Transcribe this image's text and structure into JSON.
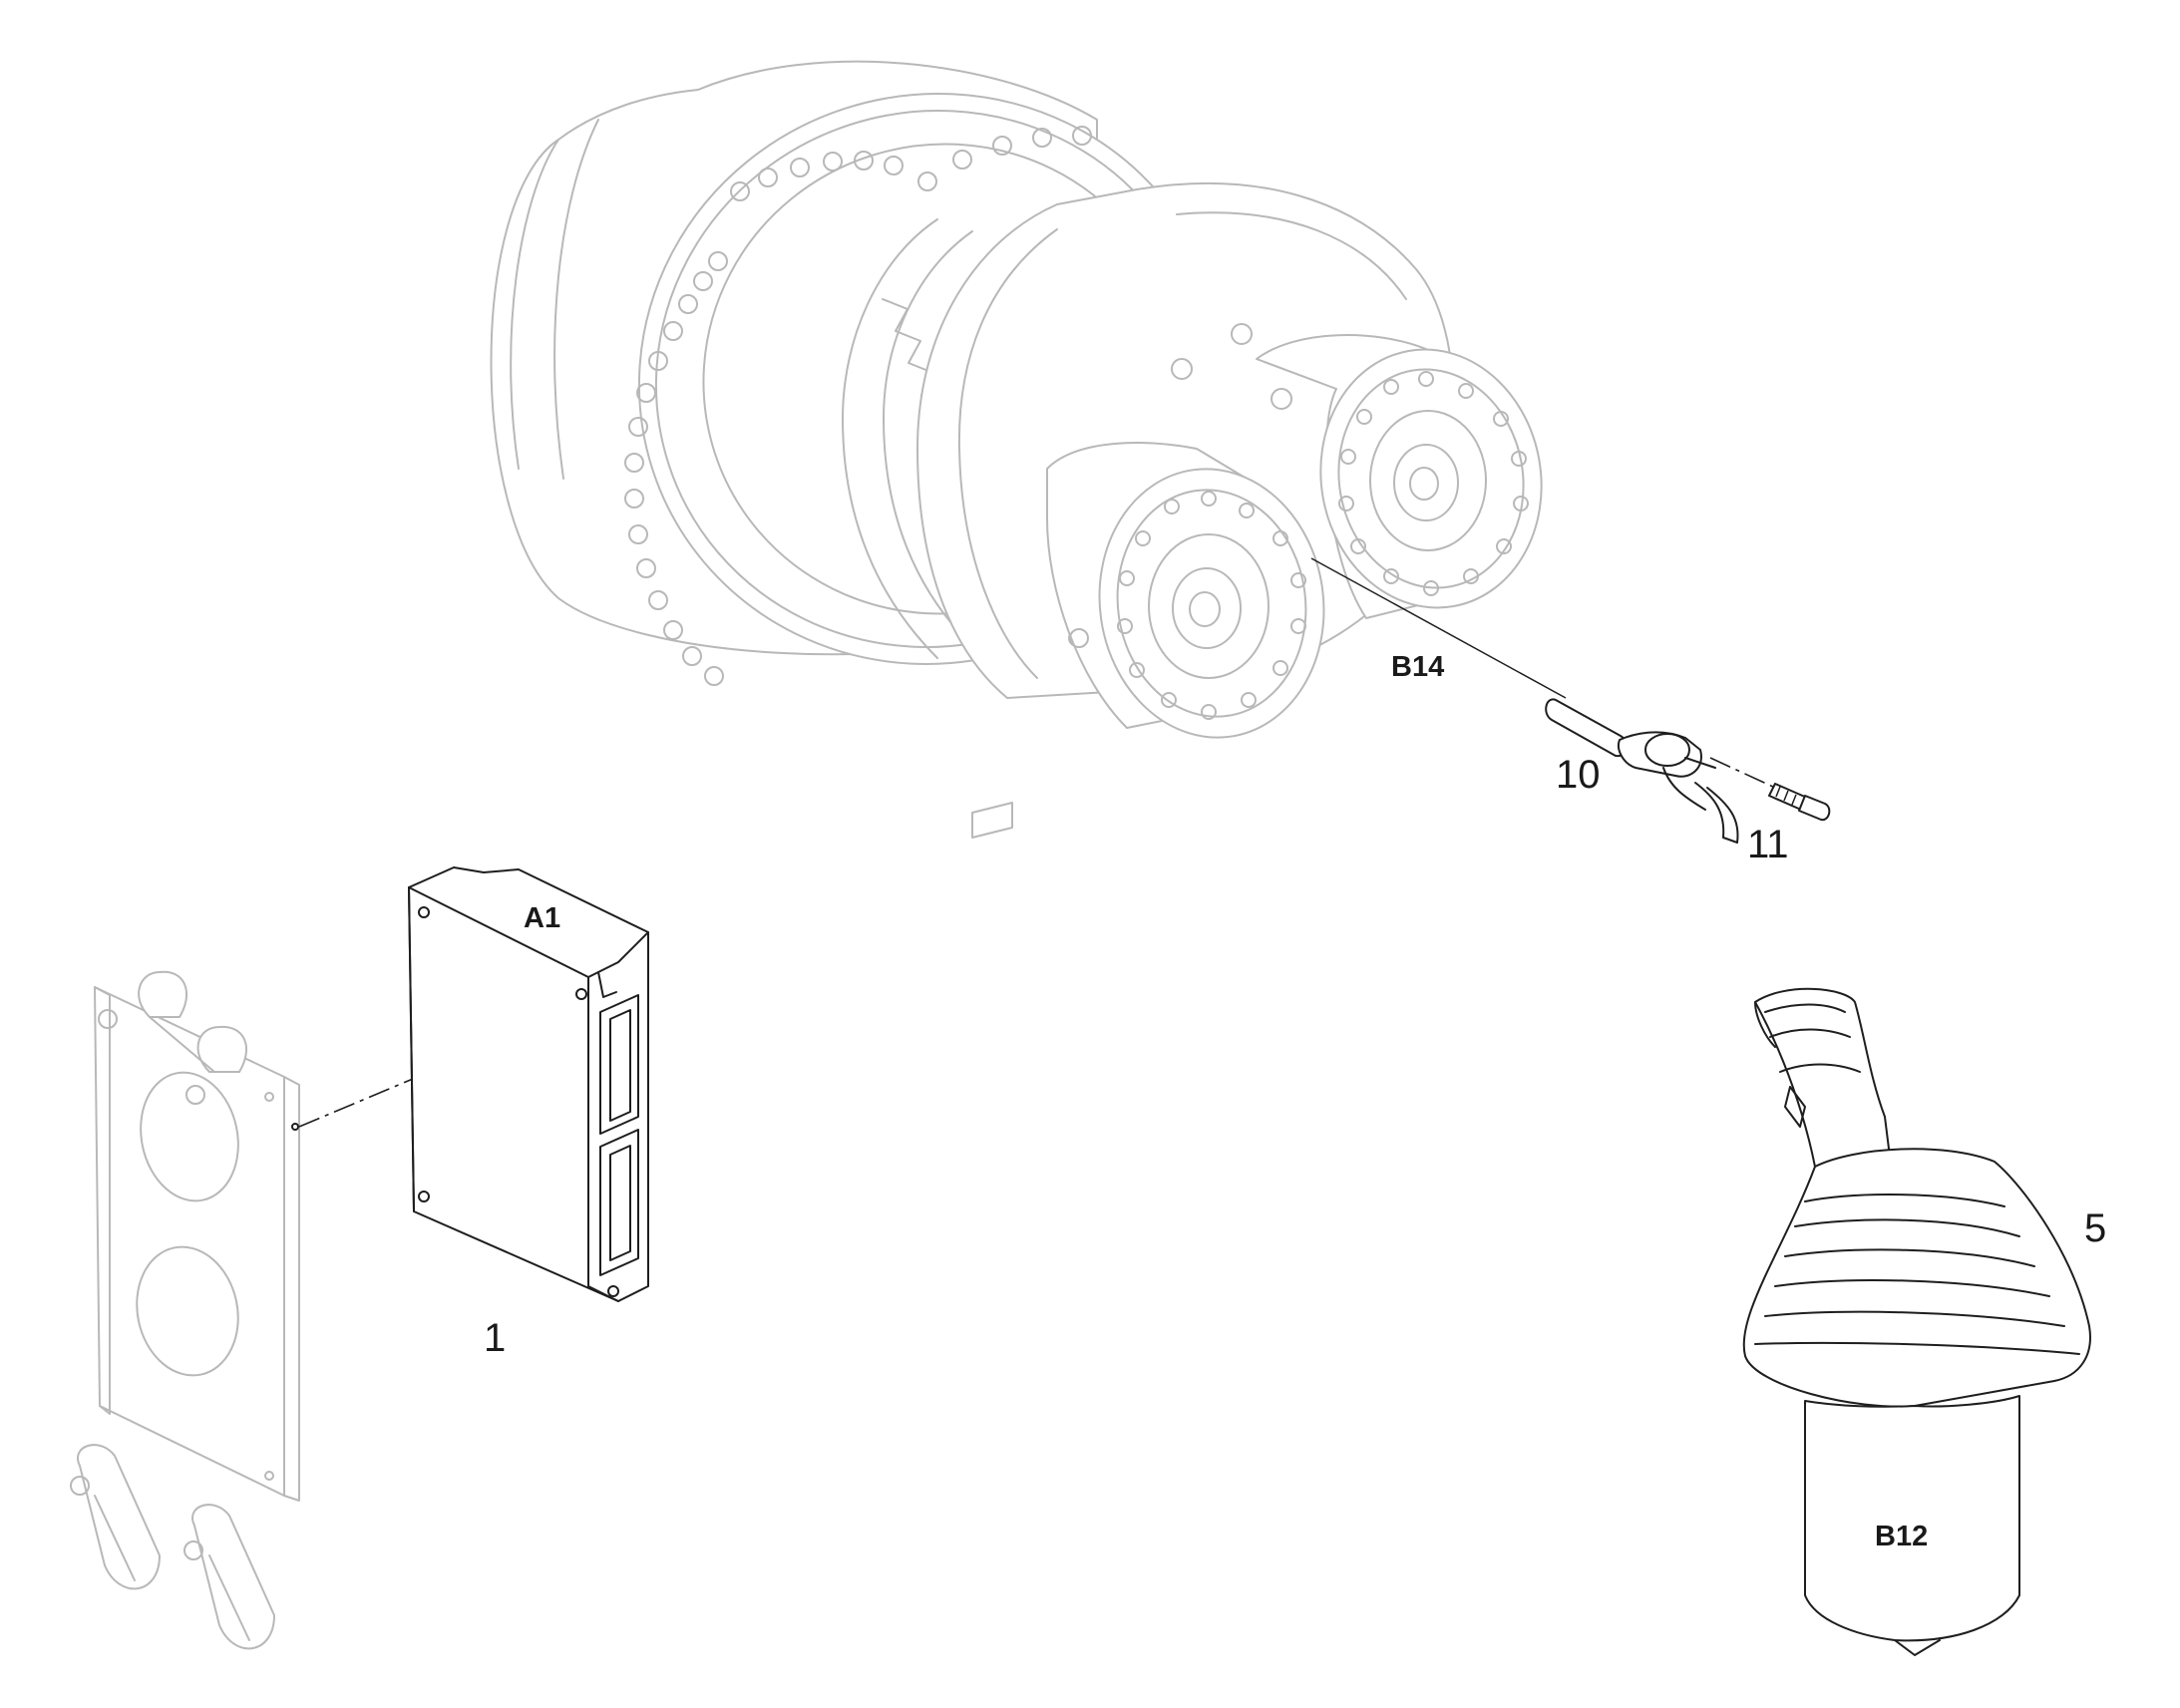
{
  "parts": {
    "control_unit": {
      "callout": "1",
      "tag": "A1"
    },
    "joystick": {
      "callout": "5",
      "tag": "B12"
    },
    "speed_sensor": {
      "callout": "10",
      "tag": "B14"
    },
    "screw": {
      "callout": "11"
    }
  },
  "colors": {
    "line": "#1e1e1e",
    "ghost_line": "#b8b8b8",
    "background": "#ffffff"
  }
}
